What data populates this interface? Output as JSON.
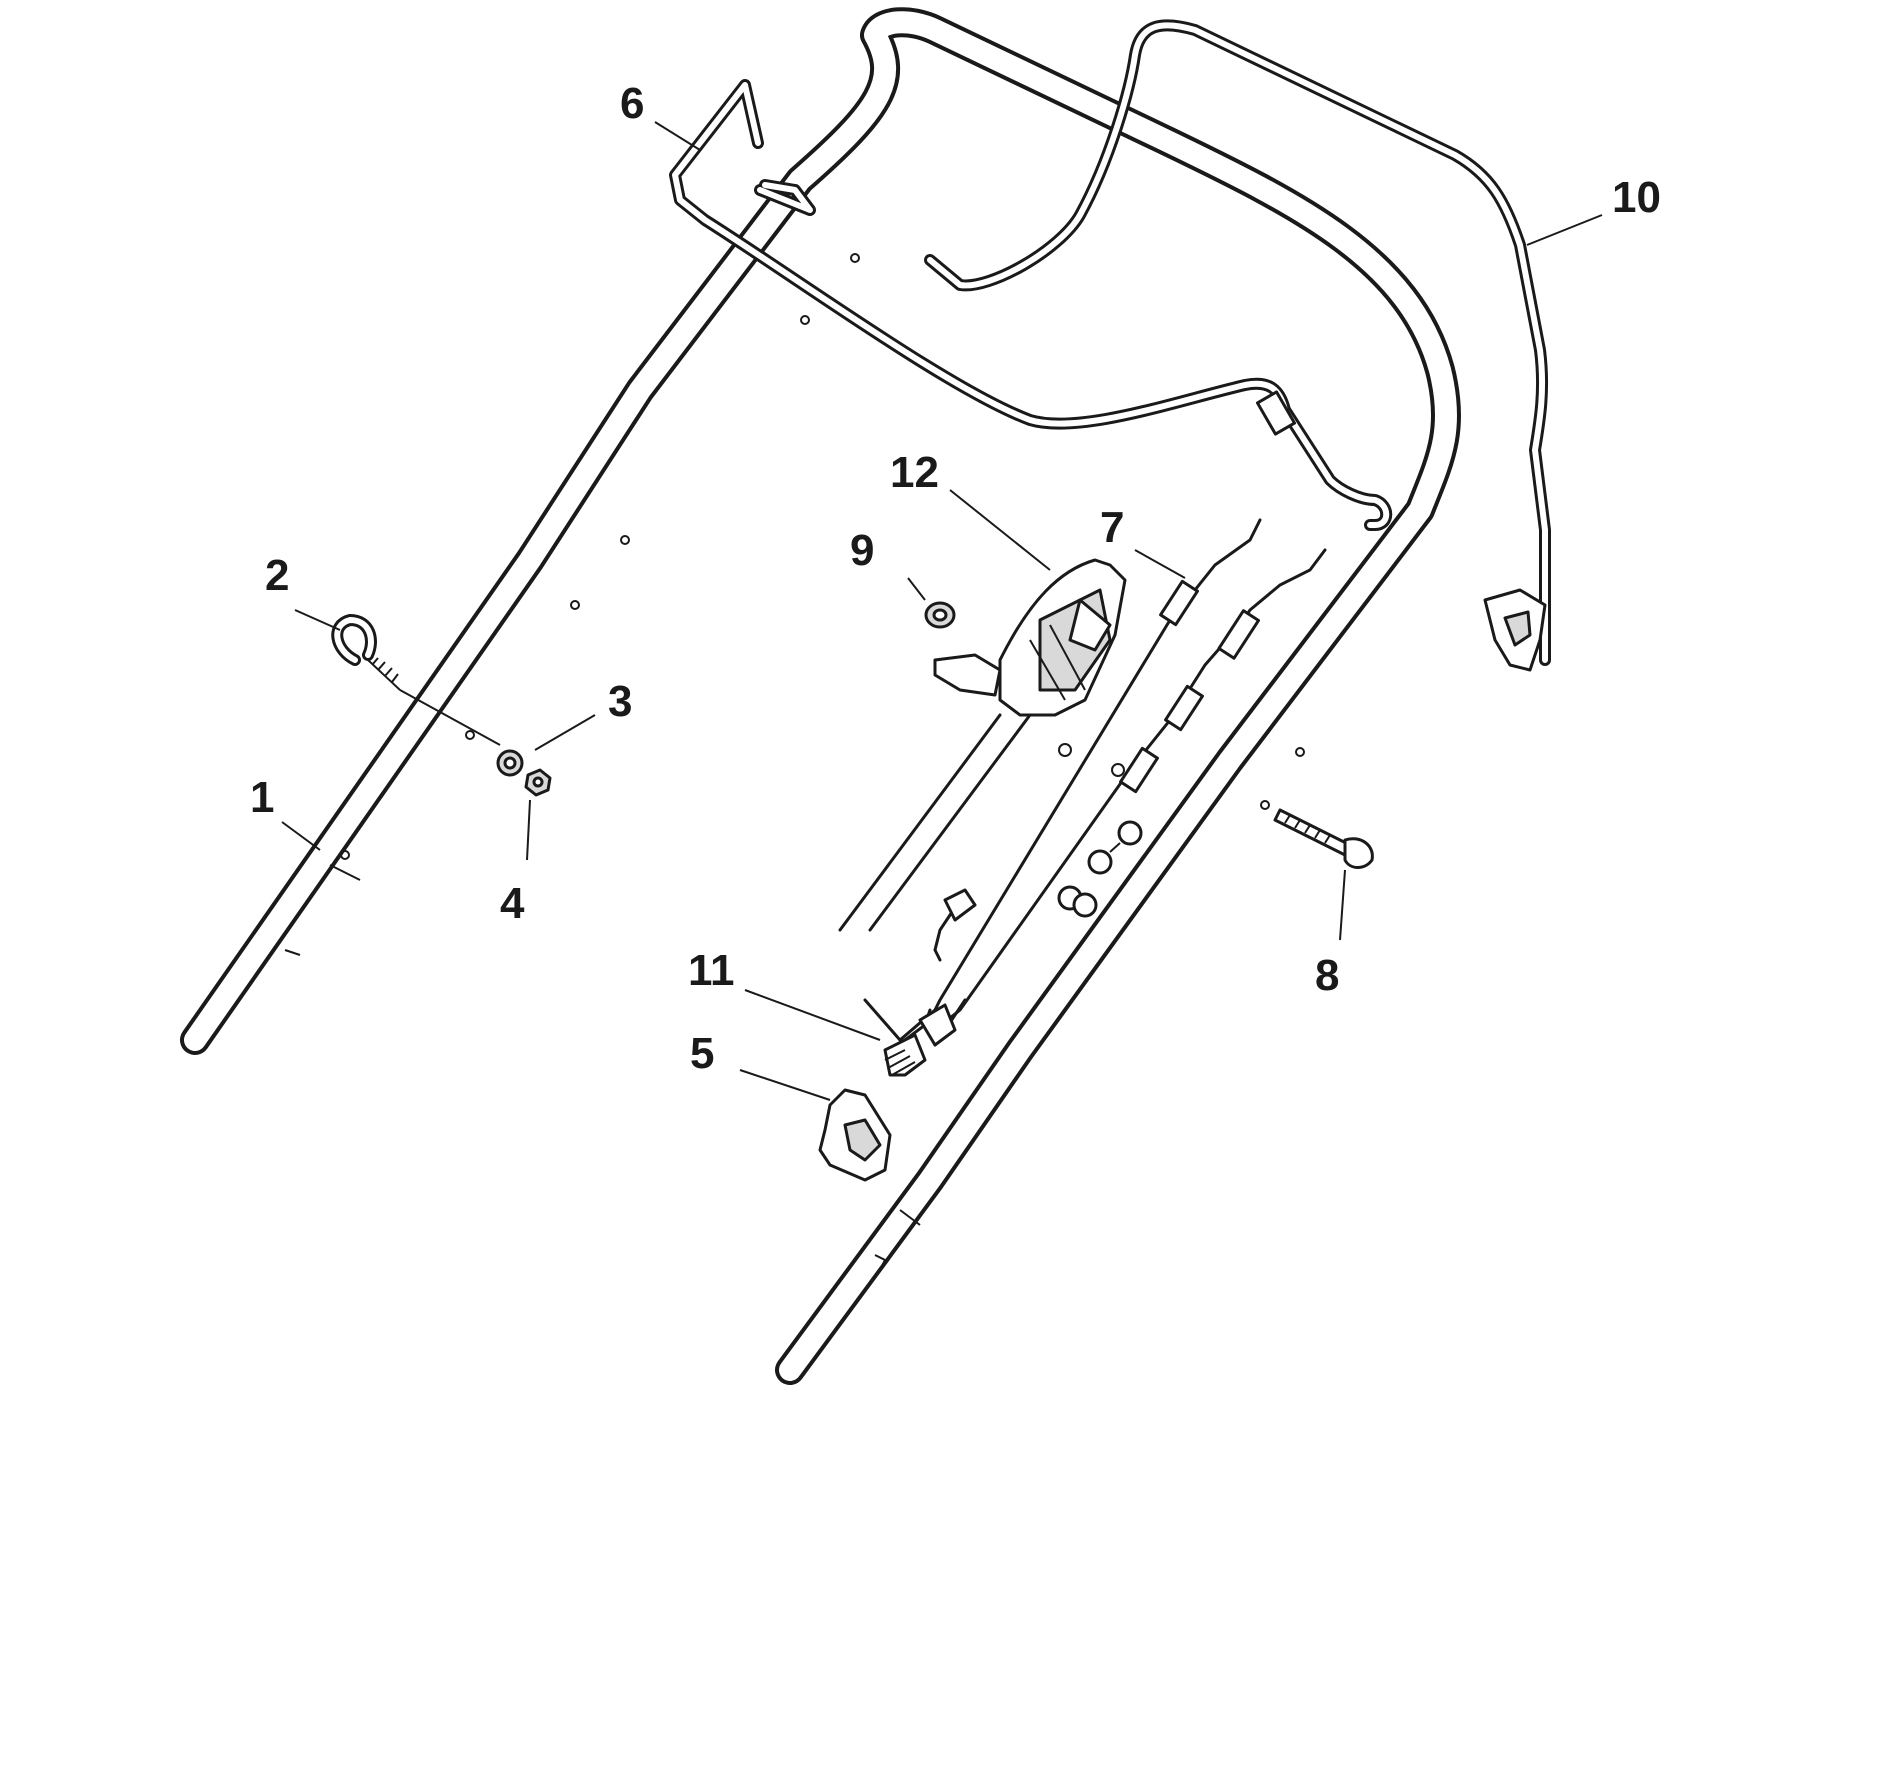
{
  "callouts": {
    "c1": "1",
    "c2": "2",
    "c3": "3",
    "c4": "4",
    "c5": "5",
    "c6": "6",
    "c7": "7",
    "c8": "8",
    "c9": "9",
    "c10": "10",
    "c11": "11",
    "c12": "12"
  },
  "colors": {
    "line": "#1a1a1a",
    "background": "#ffffff",
    "shade": "#d9d9d9"
  }
}
